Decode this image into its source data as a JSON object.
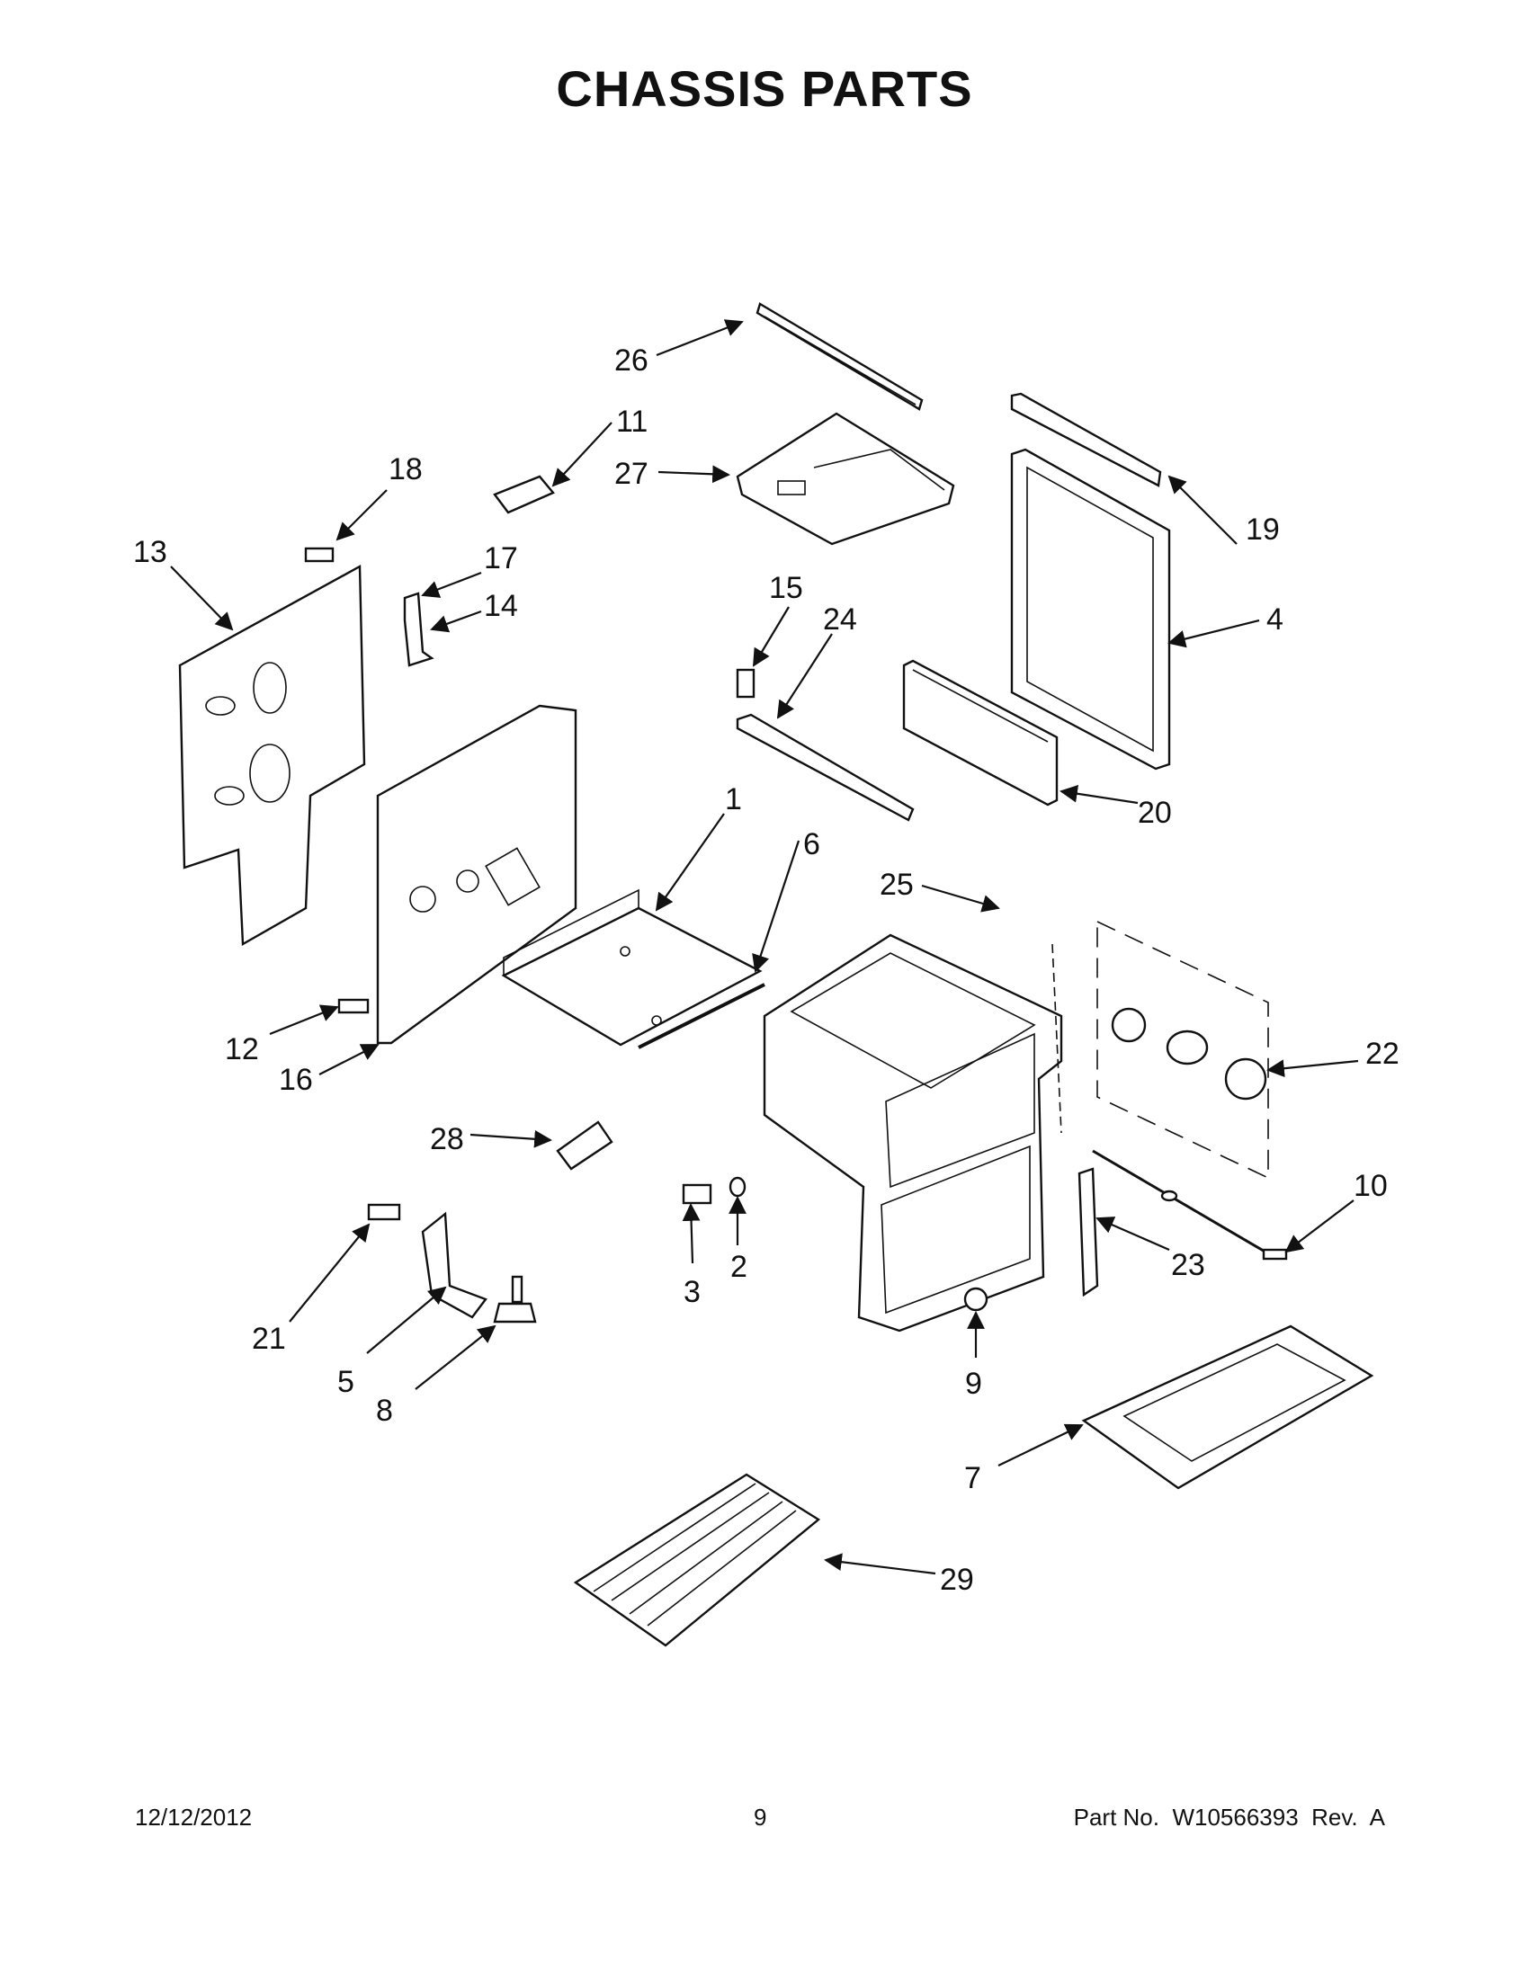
{
  "title": "CHASSIS PARTS",
  "callouts": {
    "p1": "1",
    "p2": "2",
    "p3": "3",
    "p4": "4",
    "p5": "5",
    "p6": "6",
    "p7": "7",
    "p8": "8",
    "p9": "9",
    "p10": "10",
    "p11": "11",
    "p12": "12",
    "p13": "13",
    "p14": "14",
    "p15": "15",
    "p16": "16",
    "p17": "17",
    "p18": "18",
    "p19": "19",
    "p20": "20",
    "p21": "21",
    "p22": "22",
    "p23": "23",
    "p24": "24",
    "p25": "25",
    "p26": "26",
    "p27": "27",
    "p28": "28",
    "p29": "29"
  },
  "footer": {
    "date": "12/12/2012",
    "page": "9",
    "part_no": "Part No.  W10566393  Rev.  A"
  }
}
